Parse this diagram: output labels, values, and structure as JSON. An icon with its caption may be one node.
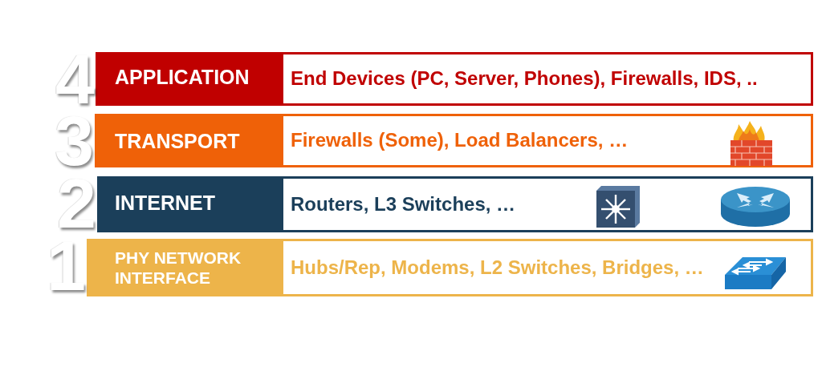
{
  "diagram": {
    "nodes": [
      {
        "text": [
          "APPLICATION"
        ],
        "beside": [
          "4"
        ]
      },
      {
        "text": [
          "End Devices (PC, Server, Phones), Firewalls, IDS, .."
        ]
      },
      {
        "text": [
          "TRANSPORT"
        ],
        "beside": [
          "3"
        ]
      },
      {
        "text": [
          "Firewalls (Some), Load Balancers, …"
        ]
      },
      {
        "text": [
          "INTERNET"
        ],
        "beside": [
          "2"
        ]
      },
      {
        "text": [
          "Routers, L3 Switches, …"
        ]
      },
      {
        "text": [
          "PHY NETWORK INTERFACE"
        ],
        "beside": [
          "1"
        ]
      },
      {
        "text": [
          "Hubs/Rep, Modems, L2 Switches, Bridges, …"
        ]
      }
    ],
    "edges": []
  }
}
